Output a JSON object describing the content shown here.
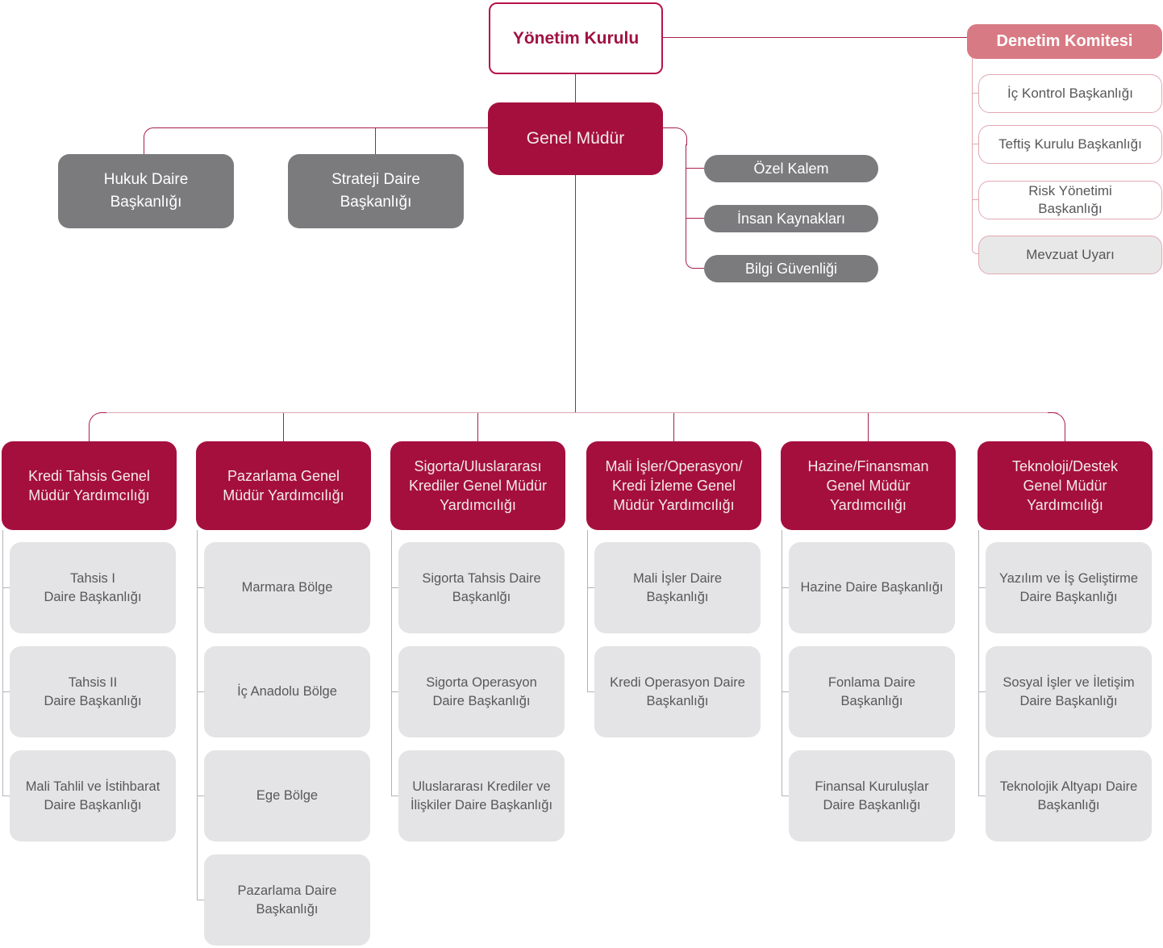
{
  "palette": {
    "crimson": "#a50f3e",
    "rose": "#d87a84",
    "gray_box": "#7b7b7e",
    "light_box": "#e4e4e6",
    "dark_text": "#58585a",
    "pink_border": "#e2a9b3",
    "connector_red": "#a82048",
    "connector_pink": "#dba7b2",
    "connector_gray": "#b4b4b4"
  },
  "board": {
    "label": "Yönetim Kurulu"
  },
  "general_manager": {
    "label": "Genel Müdür"
  },
  "staff_left": [
    {
      "label": "Hukuk Daire\nBaşkanlığı"
    },
    {
      "label": "Strateji Daire\nBaşkanlığı"
    }
  ],
  "staff_right": [
    {
      "label": "Özel Kalem"
    },
    {
      "label": "İnsan Kaynakları"
    },
    {
      "label": "Bilgi Güvenliği"
    }
  ],
  "audit_committee": {
    "title": "Denetim Komitesi",
    "items": [
      {
        "label": "İç Kontrol Başkanlığı"
      },
      {
        "label": "Teftiş Kurulu Başkanlığı"
      },
      {
        "label": "Risk Yönetimi\nBaşkanlığı"
      },
      {
        "label": "Mevzuat Uyarı"
      }
    ]
  },
  "divisions": [
    {
      "title": "Kredi Tahsis Genel\nMüdür Yardımcılığı",
      "departments": [
        "Tahsis I\nDaire Başkanlığı",
        "Tahsis II\nDaire Başkanlığı",
        "Mali Tahlil ve İstihbarat\nDaire Başkanlığı"
      ]
    },
    {
      "title": "Pazarlama Genel\nMüdür Yardımcılığı",
      "departments": [
        "Marmara Bölge",
        "İç Anadolu Bölge",
        "Ege Bölge",
        "Pazarlama Daire\nBaşkanlığı"
      ]
    },
    {
      "title": "Sigorta/Uluslararası\nKrediler Genel Müdür\nYardımcılığı",
      "departments": [
        "Sigorta Tahsis Daire\nBaşkanlğı",
        "Sigorta Operasyon\nDaire Başkanlığı",
        "Uluslararası Krediler ve\nİlişkiler Daire Başkanlığı"
      ]
    },
    {
      "title": "Mali İşler/Operasyon/\nKredi İzleme Genel\nMüdür Yardımcılığı",
      "departments": [
        "Mali İşler Daire\nBaşkanlığı",
        "Kredi Operasyon Daire\nBaşkanlığı"
      ]
    },
    {
      "title": "Hazine/Finansman\nGenel Müdür\nYardımcılığı",
      "departments": [
        "Hazine Daire Başkanlığı",
        "Fonlama Daire\nBaşkanlığı",
        "Finansal Kuruluşlar\nDaire Başkanlığı"
      ]
    },
    {
      "title": "Teknoloji/Destek\nGenel Müdür\nYardımcılığı",
      "departments": [
        "Yazılım ve İş Geliştirme\nDaire Başkanlığı",
        "Sosyal İşler ve İletişim\nDaire Başkanlığı",
        "Teknolojik Altyapı Daire\nBaşkanlığı"
      ]
    }
  ]
}
